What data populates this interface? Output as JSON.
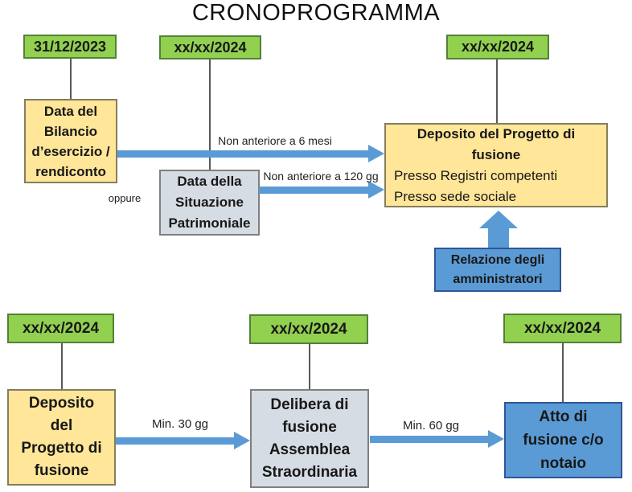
{
  "title": "CRONOPROGRAMMA",
  "timeline": {
    "date_bilancio": "31/12/2023",
    "date_situazione": "xx/xx/2024",
    "date_deposito_top": "xx/xx/2024",
    "date_deposito_bottom": "xx/xx/2024",
    "date_delibera": "xx/xx/2024",
    "date_atto": "xx/xx/2024"
  },
  "boxes": {
    "bilancio": "Data del\nBilancio\nd’esercizio /\nrendiconto",
    "situazione": "Data della\nSituazione\nPatrimoniale",
    "deposito_top_title": "Deposito del Progetto di\nfusione",
    "deposito_top_details": "Presso Registri competenti\nPresso sede sociale",
    "relazione": "Relazione degli\namministratori",
    "deposito_bottom": "Deposito\ndel\nProgetto di\nfusione",
    "delibera": "Delibera di\nfusione\nAssemblea\nStraordinaria",
    "atto": "Atto di\nfusione c/o\nnotaio"
  },
  "labels": {
    "oppure": "oppure",
    "non_anteriore_6_mesi": "Non anteriore a 6 mesi",
    "non_anteriore_120_gg": "Non anteriore a 120 gg",
    "min_30_gg": "Min. 30 gg",
    "min_60_gg": "Min. 60 gg"
  },
  "colors": {
    "green_fill": "#92d050",
    "green_border": "#538135",
    "yellow_fill": "#ffe699",
    "gray_fill": "#d6dce4",
    "blue_fill": "#5b9bd5",
    "arrow": "#5b9bd5"
  }
}
